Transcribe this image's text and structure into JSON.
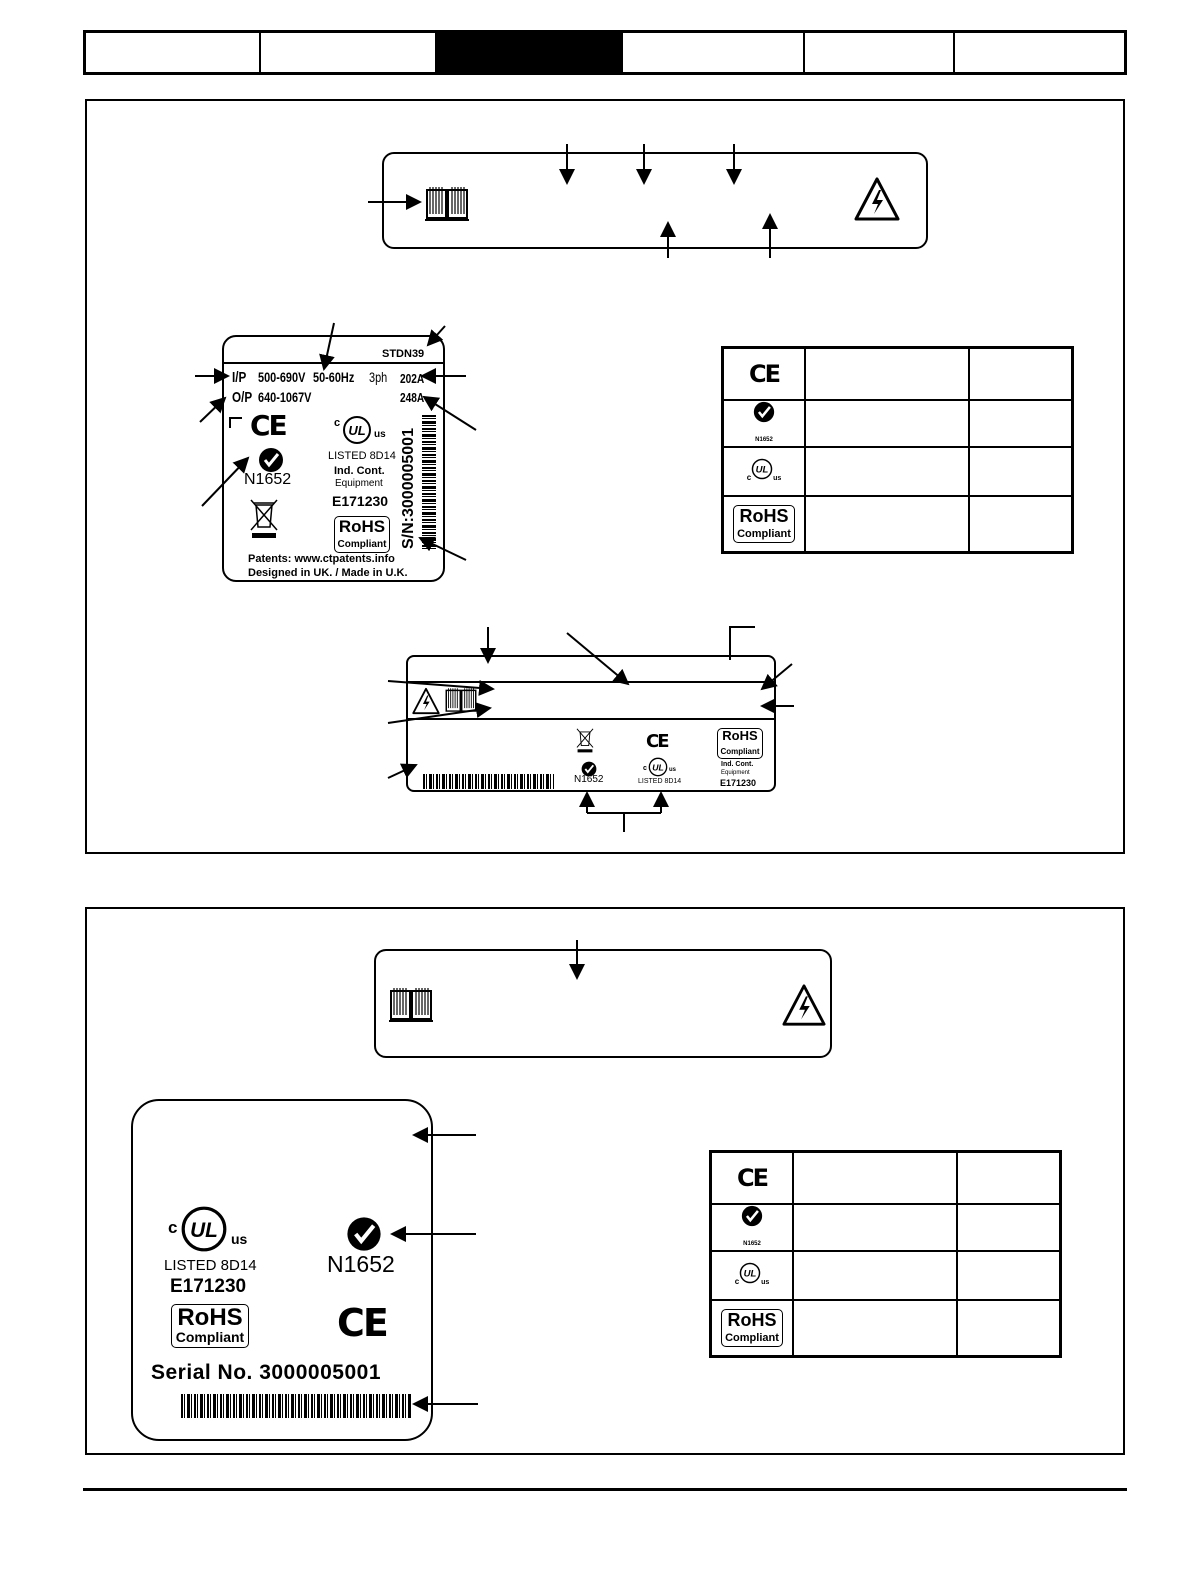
{
  "label1": {
    "rating_ip_prefix": "I/P",
    "rating_ip_voltage": "500-690V",
    "rating_ip_freq": "50-60Hz",
    "rating_ip_phase": "3ph",
    "rating_ip_current": "202A",
    "rating_op_prefix": "O/P",
    "rating_op_voltage": "640-1067V",
    "rating_op_current": "248A",
    "date_code": "STDN39",
    "ce_mark": "CE",
    "ctick_code": "N1652",
    "ul_prefix": "c",
    "ul_suffix": "us",
    "ul_listed": "LISTED 8D14",
    "ul_ind1": "Ind. Cont.",
    "ul_ind2": "Equipment",
    "ul_file": "E171230",
    "rohs_big": "RoHS",
    "rohs_small": "Compliant",
    "serial": "S/N:3000005001",
    "patents": "Patents: www.ctpatents.info",
    "designed": "Designed in UK. / Made in U.K."
  },
  "label2": {
    "ce_mark": "CE",
    "rohs_big": "RoHS",
    "rohs_small": "Compliant",
    "ctick_code": "N1652",
    "ul_prefix": "c",
    "ul_suffix": "us",
    "ul_listed": "LISTED 8D14",
    "ind1": "Ind. Cont.",
    "ind2": "Equipment",
    "ul_file": "E171230"
  },
  "label3": {
    "ul_prefix": "c",
    "ul_suffix": "us",
    "ul_listed": "LISTED 8D14",
    "ul_file": "E171230",
    "rohs_big": "RoHS",
    "rohs_small": "Compliant",
    "ctick_code": "N1652",
    "ce_mark": "CE",
    "serial": "Serial No. 3000005001"
  },
  "cert_table": {
    "ce_mark": "CE",
    "ctick_small": "N1652",
    "ul_prefix": "c",
    "ul_suffix": "us",
    "rohs_big": "RoHS",
    "rohs_small": "Compliant"
  }
}
